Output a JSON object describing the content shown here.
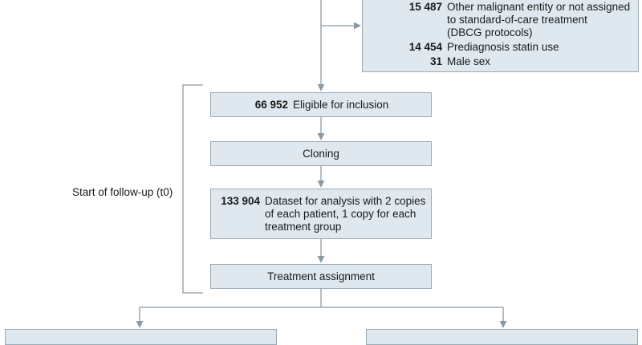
{
  "exclusion_box": {
    "items": [
      {
        "count": "15 487",
        "text_line1": "Other malignant entity or not assigned",
        "text_line2": "to standard-of-care treatment",
        "text_line3": "(DBCG protocols)"
      },
      {
        "count": "14 454",
        "text": "Prediagnosis statin use"
      },
      {
        "count": "31",
        "text": "Male sex"
      }
    ]
  },
  "eligible": {
    "count": "66 952",
    "text": "Eligible for inclusion"
  },
  "cloning": {
    "text": "Cloning"
  },
  "dataset": {
    "count": "133 904",
    "text_line1": "Dataset for analysis with 2 copies",
    "text_line2": "of each patient, 1 copy for each",
    "text_line3": "treatment group"
  },
  "treatment": {
    "text": "Treatment assignment"
  },
  "follow_up_label": "Start of follow-up (t0)",
  "colors": {
    "box_fill": "#dfe8ee",
    "box_border": "#9aaab5",
    "line": "#8a9aa5"
  }
}
